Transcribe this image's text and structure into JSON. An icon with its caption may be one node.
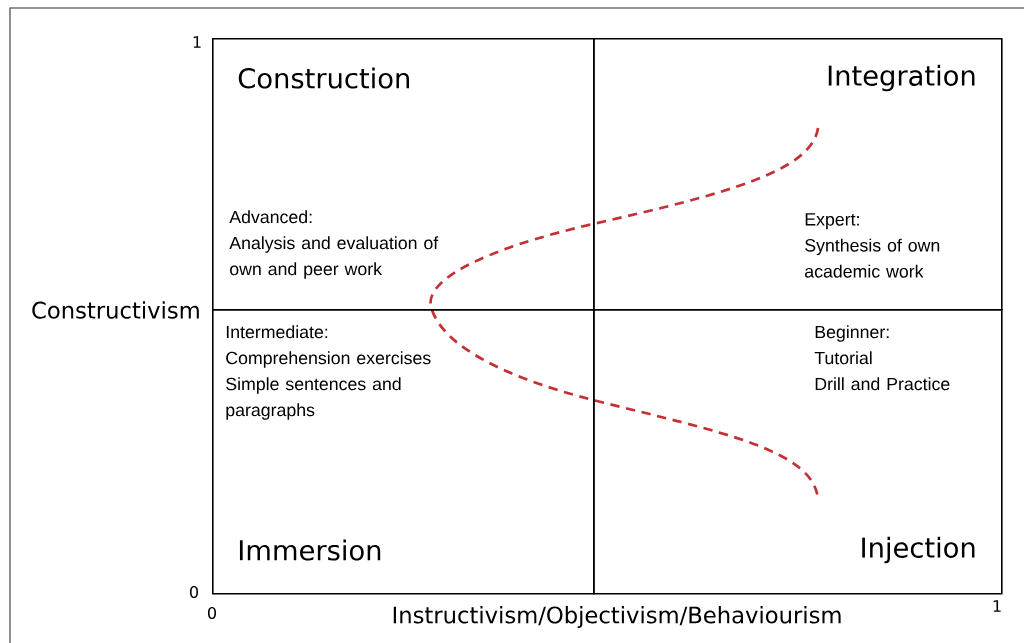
{
  "diagram": {
    "nodes": [
      {
        "text": [
          "Construction",
          "Advanced:",
          "Analysis and evaluation of own and peer work"
        ]
      },
      {
        "text": [
          "Integration",
          "Expert:",
          "Synthesis of own academic work"
        ]
      },
      {
        "text": [
          "Intermediate:",
          "Comprehension exercises",
          "Simple sentences and paragraphs",
          "Immersion"
        ]
      },
      {
        "text": [
          "Beginner:",
          "Tutorial",
          "Drill and Practice",
          "Injection"
        ]
      }
    ],
    "labels": [
      "1",
      "Constructivism",
      "0",
      "0",
      "Instructivism/Objectivism/Behaviourism",
      "1"
    ]
  }
}
